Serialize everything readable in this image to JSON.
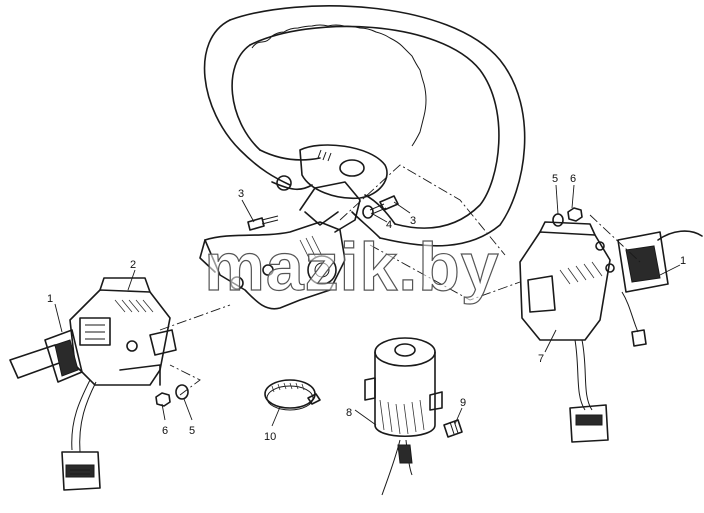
{
  "watermark": "mazik.by",
  "callouts": {
    "c1_left": "1",
    "c2": "2",
    "c3_left": "3",
    "c3_right": "3",
    "c4": "4",
    "c5_right": "5",
    "c6_right": "6",
    "c1_right": "1",
    "c7": "7",
    "c6_left": "6",
    "c5_left": "5",
    "c10": "10",
    "c8": "8",
    "c9": "9"
  }
}
